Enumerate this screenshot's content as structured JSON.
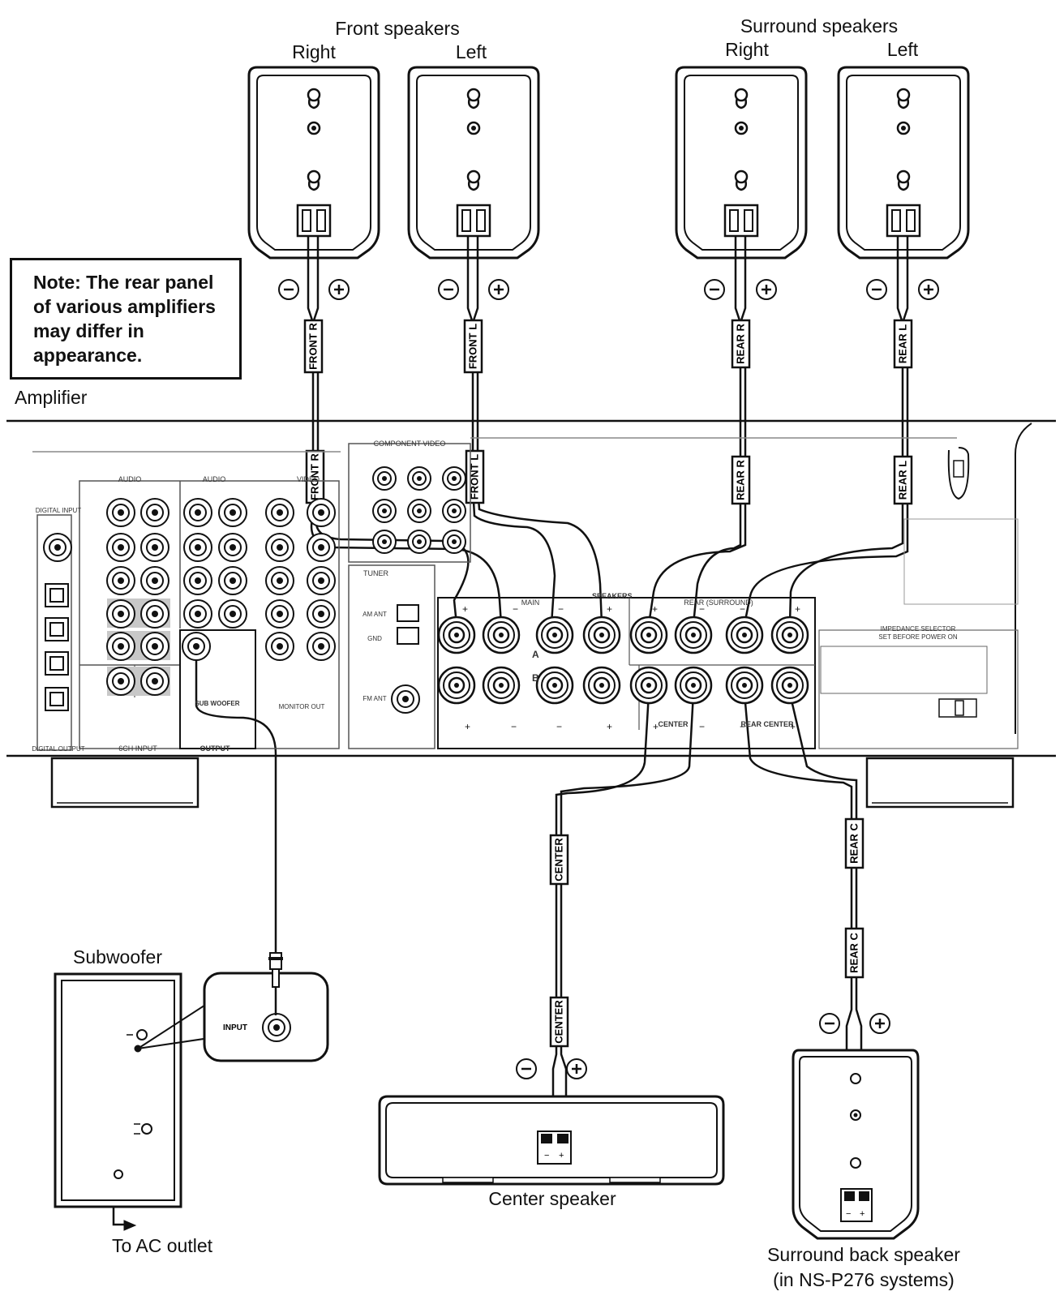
{
  "title": "",
  "note": {
    "line1": "Note: The rear panel",
    "line2": "of various amplifiers",
    "line3": "may differ in",
    "line4": "appearance."
  },
  "labels": {
    "front_speakers": "Front speakers",
    "surround_speakers": "Surround speakers",
    "right": "Right",
    "left": "Left",
    "amplifier": "Amplifier",
    "subwoofer": "Subwoofer",
    "to_ac_outlet": "To AC outlet",
    "center_speaker": "Center speaker",
    "surround_back_line1": "Surround back speaker",
    "surround_back_line2": "(in NS-P276 systems)",
    "input": "INPUT"
  },
  "cable_tags": {
    "front_r": "FRONT R",
    "front_l": "FRONT L",
    "rear_r": "REAR R",
    "rear_l": "REAR L",
    "center": "CENTER",
    "rear_c": "REAR C"
  },
  "panel": {
    "audio": "AUDIO",
    "video": "VIDEO",
    "component_video": "COMPONENT VIDEO",
    "tuner": "TUNER",
    "speakers": "SPEAKERS",
    "main": "MAIN",
    "rear_surround": "REAR (SURROUND)",
    "center": "CENTER",
    "rear_center": "REAR CENTER",
    "row_a": "A",
    "row_b": "B",
    "output": "OUTPUT",
    "six_ch_input": "6CH INPUT",
    "digital_output": "DIGITAL OUTPUT",
    "digital_input": "DIGITAL INPUT",
    "sub_woofer": "SUB WOOFER",
    "monitor_out": "MONITOR OUT",
    "am_ant": "AM ANT",
    "fm_ant": "FM ANT",
    "gnd": "GND",
    "impedance_selector": "IMPEDANCE SELECTOR",
    "set_before_power_on": "SET BEFORE POWER ON"
  },
  "symbols": {
    "minus": "−",
    "plus": "+"
  },
  "colors": {
    "line": "#111111",
    "panel_line": "#444444",
    "shade": "#c8c8c8"
  }
}
